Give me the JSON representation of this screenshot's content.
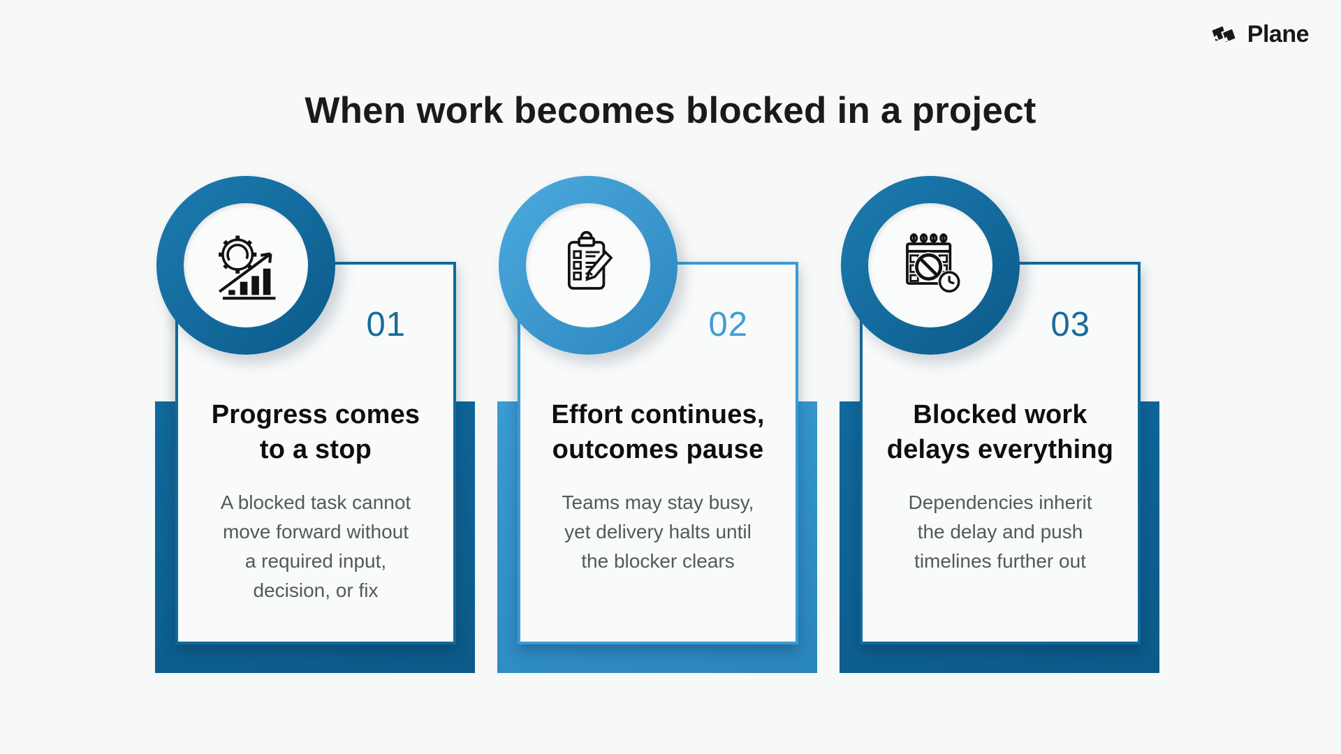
{
  "page": {
    "background": "#f7f8f8",
    "title": "When work becomes blocked in a project"
  },
  "logo": {
    "brand": "Plane",
    "icon": "plane-logo-icon",
    "color": "#17181a"
  },
  "theme": {
    "dark_blue": "#11699c",
    "light_blue": "#3a9bd5",
    "heading_color": "#0e0e0e",
    "body_text_color": "#54595d"
  },
  "cards": [
    {
      "number": "01",
      "number_color": "#186a9b",
      "accent": "#11699c",
      "accent_dark": "#0b5a8a",
      "accent_light": "#1d7cb0",
      "icon": "gear-growth-chart-icon",
      "title": "Progress comes to a stop",
      "title_lines": [
        "Progress comes",
        "to a stop"
      ],
      "description": "A blocked task cannot move forward without a required input, decision, or fix",
      "description_lines": [
        "A blocked task cannot",
        "move forward without",
        "a required input,",
        "decision, or fix"
      ]
    },
    {
      "number": "02",
      "number_color": "#3f9dd4",
      "accent": "#3a9bd5",
      "accent_dark": "#2a86bd",
      "accent_light": "#4daade",
      "icon": "clipboard-pencil-icon",
      "title": "Effort continues, outcomes pause",
      "title_lines": [
        "Effort continues,",
        "outcomes pause"
      ],
      "description": "Teams may stay busy, yet delivery halts until the blocker clears",
      "description_lines": [
        "Teams may stay busy,",
        "yet delivery halts until",
        "the blocker clears"
      ]
    },
    {
      "number": "03",
      "number_color": "#186a9b",
      "accent": "#11699c",
      "accent_dark": "#0b5a8a",
      "accent_light": "#1d7cb0",
      "icon": "blocked-calendar-clock-icon",
      "title": "Blocked work delays everything",
      "title_lines": [
        "Blocked work",
        "delays everything"
      ],
      "description": "Dependencies inherit the delay and push timelines further out",
      "description_lines": [
        "Dependencies inherit",
        "the delay and push",
        "timelines further out"
      ]
    }
  ]
}
